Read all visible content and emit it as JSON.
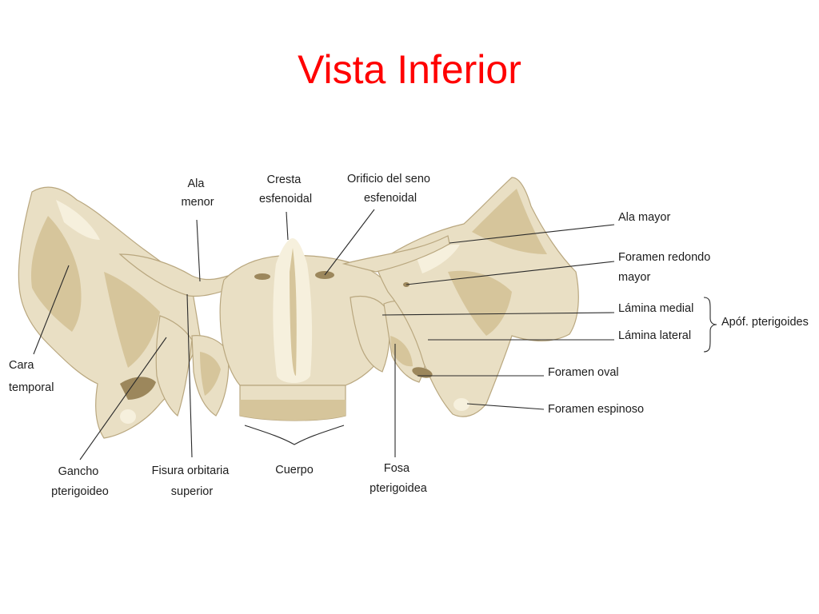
{
  "title": "Vista Inferior",
  "colors": {
    "title": "#ff0000",
    "bone": "#e9dfc4",
    "bone_shadow": "#d6c59b",
    "bone_dark": "#9c875c",
    "leader": "#2a2a2a",
    "label": "#1c1c1c"
  },
  "labels": {
    "ala_menor": [
      "Ala",
      "menor"
    ],
    "cresta_esfenoidal": [
      "Cresta",
      "esfenoidal"
    ],
    "orificio_seno": [
      "Orificio del seno",
      "esfenoidal"
    ],
    "ala_mayor": [
      "Ala mayor"
    ],
    "foramen_redondo": [
      "Foramen redondo",
      "mayor"
    ],
    "lamina_medial": [
      "Lámina medial"
    ],
    "lamina_lateral": [
      "Lámina lateral"
    ],
    "apof_pterigoides": [
      "Apóf. pterigoides"
    ],
    "foramen_oval": [
      "Foramen oval"
    ],
    "foramen_espinoso": [
      "Foramen espinoso"
    ],
    "cara_temporal": [
      "Cara",
      "temporal"
    ],
    "gancho_pterigoideo": [
      "Gancho",
      "pterigoideo"
    ],
    "fisura_orbitaria": [
      "Fisura orbitaria",
      "superior"
    ],
    "cuerpo": [
      "Cuerpo"
    ],
    "fosa_pterigoidea": [
      "Fosa",
      "pterigoidea"
    ]
  }
}
